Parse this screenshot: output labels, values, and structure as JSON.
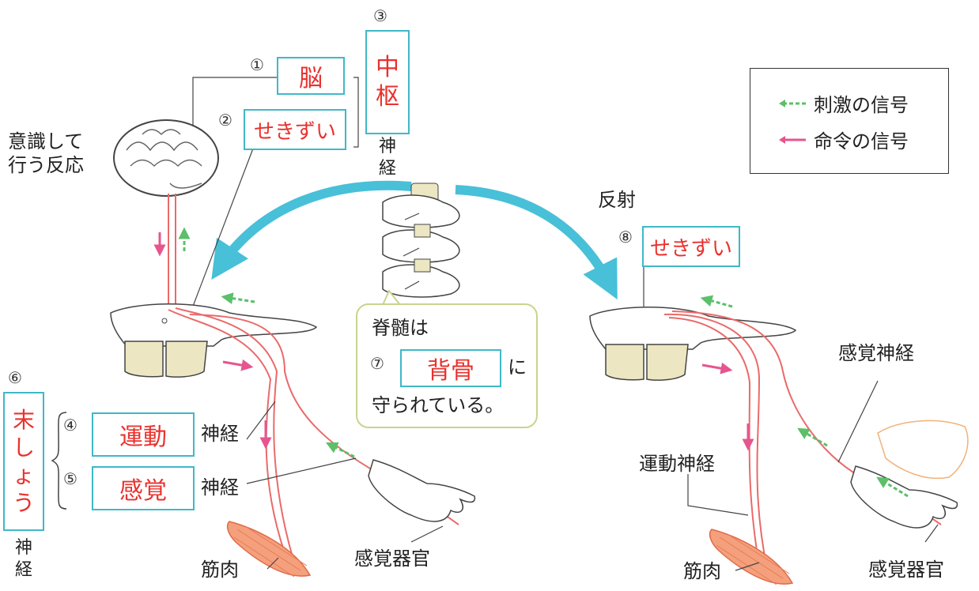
{
  "labels": {
    "conscious_reaction": [
      "意識して",
      "行う反応"
    ],
    "reflex": "反射",
    "central_nerve_suffix": [
      "神",
      "経"
    ],
    "peripheral_nerve_suffix": [
      "神",
      "経"
    ],
    "motor_nerve_suffix": "神経",
    "sensory_nerve_suffix": "神経",
    "muscle_left": "筋肉",
    "sense_organ_left": "感覚器官",
    "muscle_right": "筋肉",
    "sense_organ_right": "感覚器官",
    "motor_nerve_right": "運動神経",
    "sensory_nerve_right": "感覚神経"
  },
  "answers": {
    "n1": {
      "num": "①",
      "text": "脳"
    },
    "n2": {
      "num": "②",
      "text": "せきずい"
    },
    "n3": {
      "num": "③",
      "text": [
        "中",
        "枢"
      ]
    },
    "n4": {
      "num": "④",
      "text": "運動"
    },
    "n5": {
      "num": "⑤",
      "text": "感覚"
    },
    "n6": {
      "num": "⑥",
      "text": [
        "末",
        "し",
        "ょ",
        "う"
      ]
    },
    "n7": {
      "num": "⑦",
      "text": "背骨"
    },
    "n8": {
      "num": "⑧",
      "text": "せきずい"
    }
  },
  "callout": {
    "line1": "脊髄は",
    "line2_suffix": "に",
    "line3": "守られている。"
  },
  "legend": {
    "stimulus": "刺激の信号",
    "command": "命令の信号"
  },
  "colors": {
    "answer_box_border": "#3fb8c8",
    "answer_text": "#e8322e",
    "stimulus_signal": "#5cbf6a",
    "command_signal": "#e6558f",
    "nerve": "#ea6a6a",
    "big_arrow": "#48c0d8",
    "callout_border": "#c8d48e"
  }
}
